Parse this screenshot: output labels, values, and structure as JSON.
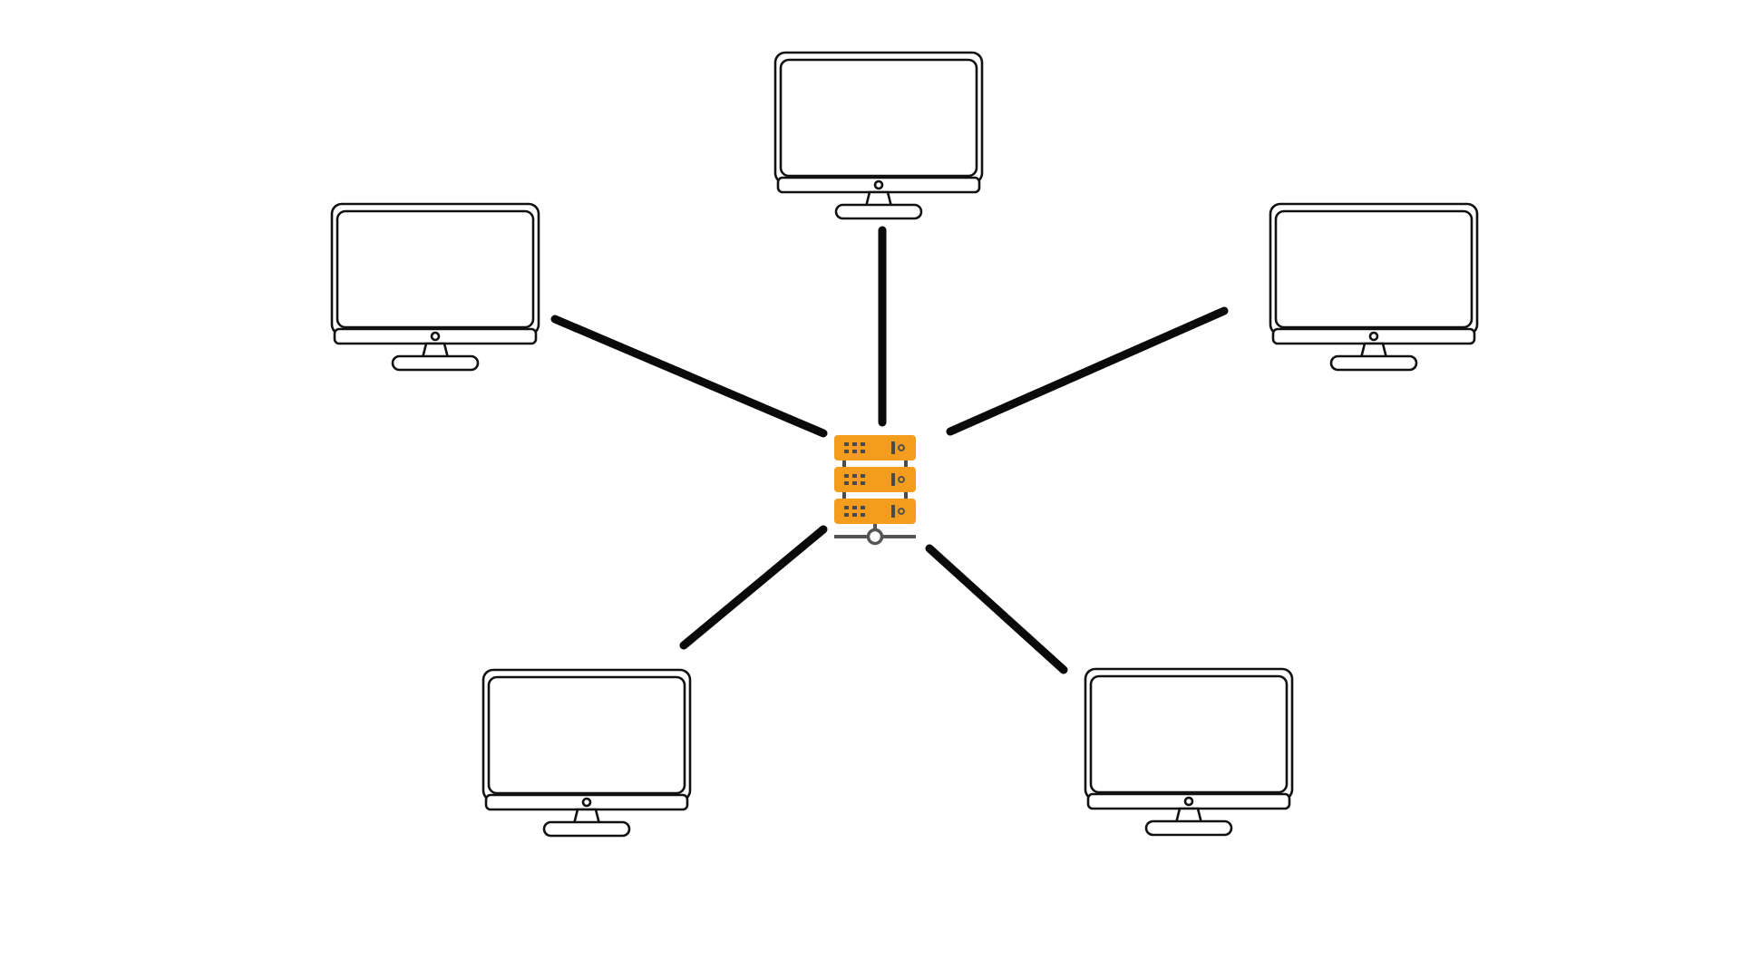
{
  "diagram": {
    "topology": "star",
    "hub": {
      "icon": "server-rack-icon",
      "units": 3,
      "color": "#F39C1D",
      "detail_color": "#4A4A4A",
      "connector_color": "#555555"
    },
    "clients": [
      {
        "id": "top",
        "icon": "desktop-monitor-icon"
      },
      {
        "id": "top-left",
        "icon": "desktop-monitor-icon"
      },
      {
        "id": "top-right",
        "icon": "desktop-monitor-icon"
      },
      {
        "id": "bottom-left",
        "icon": "desktop-monitor-icon"
      },
      {
        "id": "bottom-right",
        "icon": "desktop-monitor-icon"
      }
    ],
    "links": [
      {
        "from": "hub",
        "to": "top"
      },
      {
        "from": "hub",
        "to": "top-left"
      },
      {
        "from": "hub",
        "to": "top-right"
      },
      {
        "from": "hub",
        "to": "bottom-left"
      },
      {
        "from": "hub",
        "to": "bottom-right"
      }
    ],
    "colors": {
      "background": "#FFFFFF",
      "line": "#0A0A0A",
      "monitor_stroke": "#111111"
    }
  }
}
